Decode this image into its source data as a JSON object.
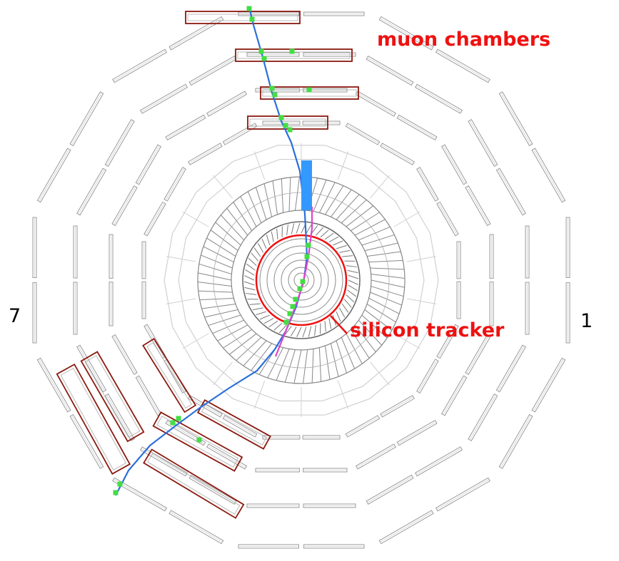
{
  "labels": {
    "muon_chambers": "muon chambers",
    "silicon_tracker": "silicon tracker",
    "sector_left": "7",
    "sector_right": "1"
  },
  "colors": {
    "label": "#ee1111",
    "chamber_outline": "#8b1a10",
    "chamber_gray": "#9a9a9a",
    "detector_gray": "#888888",
    "track": "#2a6fdb",
    "hits": "#44dd44",
    "energy_deposit": "#3399ff",
    "magenta_track": "#dd44cc",
    "tracker_circle": "#ee1111"
  }
}
